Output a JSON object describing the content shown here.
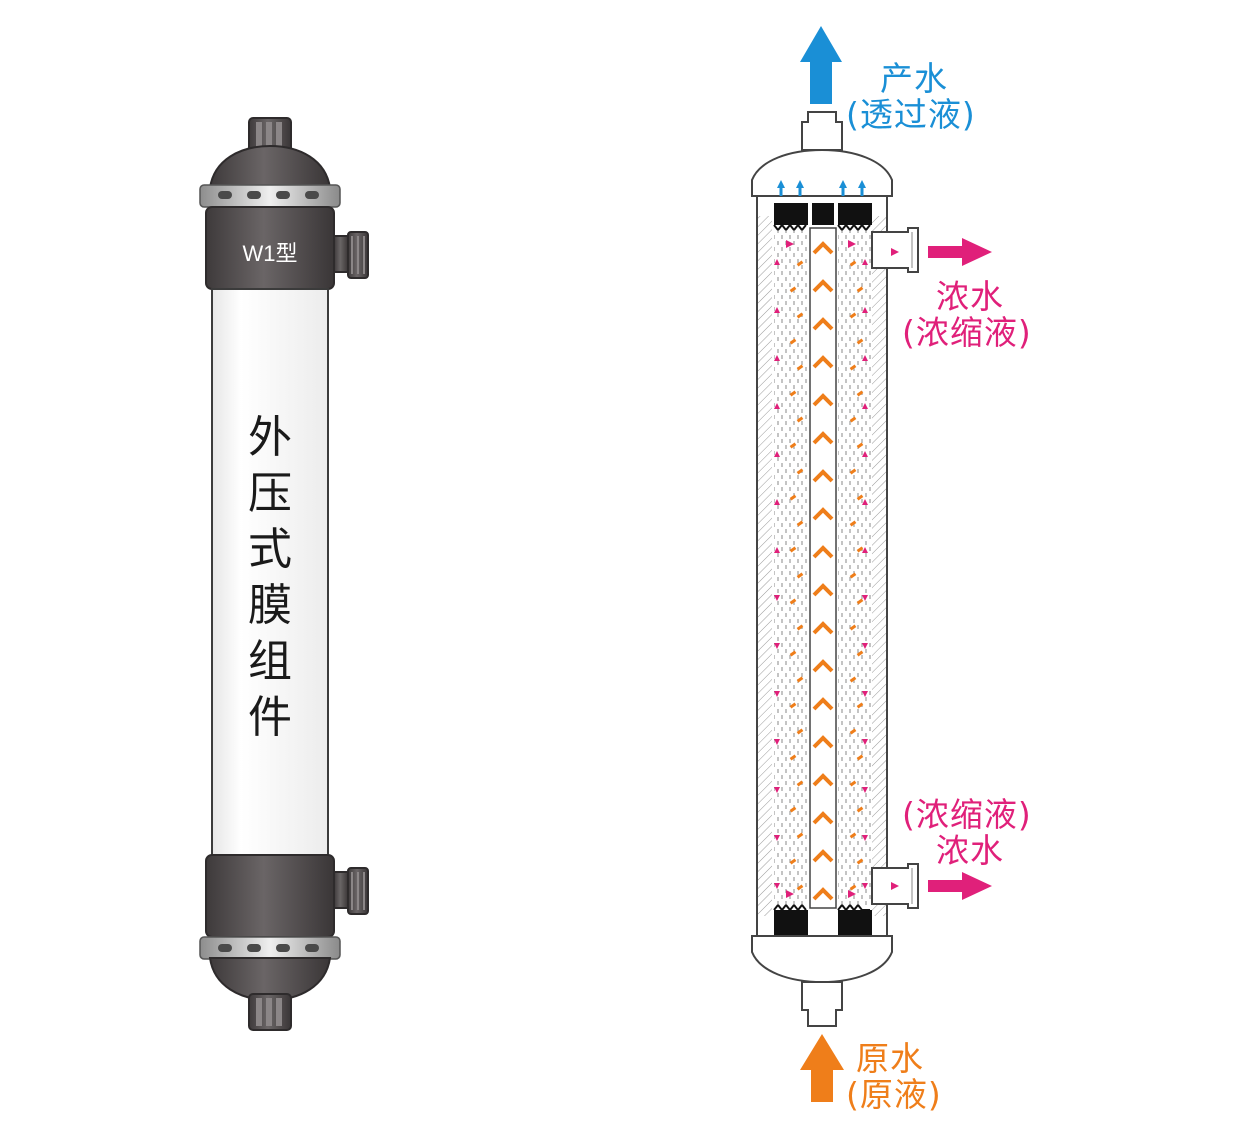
{
  "left_module": {
    "model_label": "W1型",
    "vertical_title": [
      "外",
      "压",
      "式",
      "膜",
      "组",
      "件"
    ]
  },
  "right_diagram": {
    "permeate": {
      "line1": "产水",
      "line2": "(透过液)"
    },
    "concentrate_top": {
      "line1": "浓水",
      "line2": "(浓缩液)"
    },
    "concentrate_bottom": {
      "line1": "(浓缩液)",
      "line2": "浓水"
    },
    "feed": {
      "line1": "原水",
      "line2": "(原液)"
    }
  },
  "colors": {
    "permeate": "#1a8fd6",
    "concentrate": "#e0207a",
    "feed": "#ef7e1a",
    "housing": "#5a5556",
    "outline": "#4a4a4a"
  }
}
